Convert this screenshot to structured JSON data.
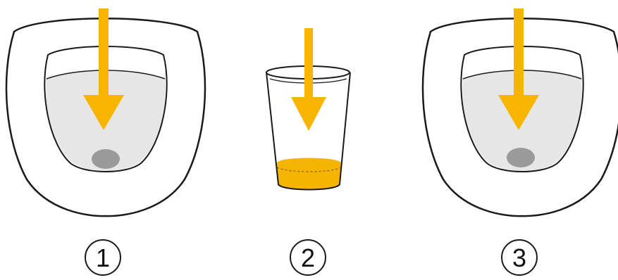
{
  "colors": {
    "arrow": "#F7B500",
    "liquid": "#F4B400",
    "outline": "#1a1a1a",
    "bowl_shade": "#e6e6e6",
    "drain": "#9a9a9a"
  },
  "steps": [
    {
      "number": "1",
      "icon": "toilet-icon",
      "arrow": "down-arrow-icon"
    },
    {
      "number": "2",
      "icon": "cup-icon",
      "arrow": "down-arrow-icon"
    },
    {
      "number": "3",
      "icon": "toilet-icon",
      "arrow": "down-arrow-icon"
    }
  ]
}
